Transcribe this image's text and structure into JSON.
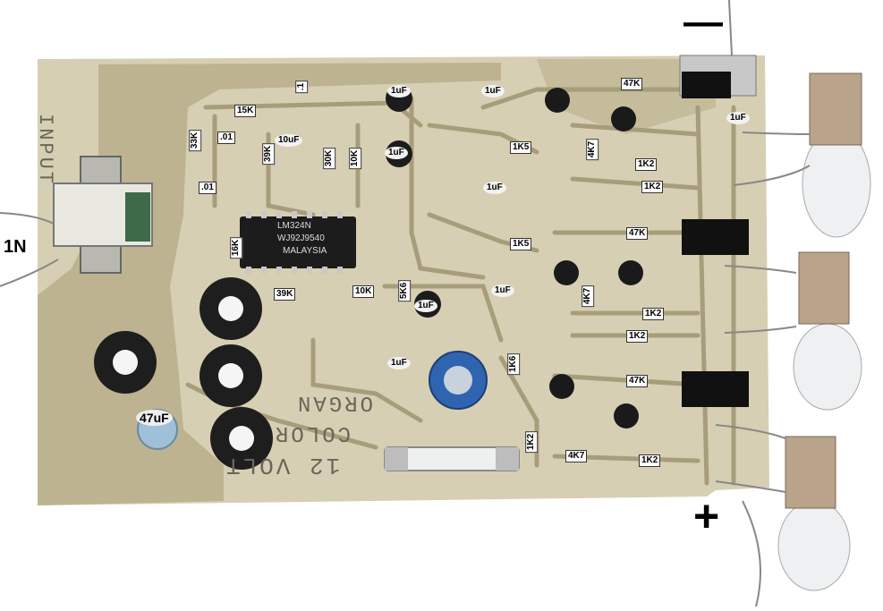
{
  "board": {
    "polarity_minus": "—",
    "polarity_plus": "+",
    "input_label": "1N",
    "capacitor_47": "47uF",
    "ic_line1": "LM324N",
    "ic_line2": "WJ92J9540",
    "ic_line3": "MALAYSIA",
    "silkscreen_1": "12 VOLT",
    "silkscreen_2": "COLOR",
    "silkscreen_3": "ORGAN",
    "silkscreen_input": "INPUT"
  },
  "components": [
    {
      "label": "33K",
      "vertical": true
    },
    {
      "label": "15K",
      "vertical": false
    },
    {
      "label": ".1",
      "vertical": true
    },
    {
      "label": ".01",
      "vertical": false
    },
    {
      "label": ".01",
      "vertical": false
    },
    {
      "label": "39K",
      "vertical": true
    },
    {
      "label": "10uF",
      "vertical": false,
      "oval": true
    },
    {
      "label": "30K",
      "vertical": true
    },
    {
      "label": "10K",
      "vertical": true
    },
    {
      "label": "1uF",
      "vertical": false,
      "oval": true
    },
    {
      "label": "1uF",
      "vertical": false,
      "oval": true
    },
    {
      "label": "1uF",
      "vertical": false,
      "oval": true
    },
    {
      "label": "47K",
      "vertical": false
    },
    {
      "label": "1uF",
      "vertical": false,
      "oval": true
    },
    {
      "label": "1K5",
      "vertical": false
    },
    {
      "label": "4K7",
      "vertical": true
    },
    {
      "label": "1K2",
      "vertical": false
    },
    {
      "label": "1K2",
      "vertical": false
    },
    {
      "label": "1uF",
      "vertical": false,
      "oval": true
    },
    {
      "label": "1K5",
      "vertical": false
    },
    {
      "label": "47K",
      "vertical": false
    },
    {
      "label": "16K",
      "vertical": true
    },
    {
      "label": "39K",
      "vertical": false
    },
    {
      "label": "10K",
      "vertical": false
    },
    {
      "label": "5K6",
      "vertical": true
    },
    {
      "label": "1uF",
      "vertical": false,
      "oval": true
    },
    {
      "label": "1uF",
      "vertical": false,
      "oval": true
    },
    {
      "label": "4K7",
      "vertical": true
    },
    {
      "label": "1K2",
      "vertical": false
    },
    {
      "label": "1K2",
      "vertical": false
    },
    {
      "label": "1uF",
      "vertical": false,
      "oval": true
    },
    {
      "label": "1K6",
      "vertical": true
    },
    {
      "label": "47K",
      "vertical": false
    },
    {
      "label": "1K2",
      "vertical": true
    },
    {
      "label": "4K7",
      "vertical": false
    },
    {
      "label": "1K2",
      "vertical": false
    }
  ],
  "colors": {
    "board": "#d7cfb3",
    "copper_mask": "#bdb391",
    "dark_area": "#8c8468",
    "trace": "#a89d7b",
    "background": "#ffffff"
  }
}
